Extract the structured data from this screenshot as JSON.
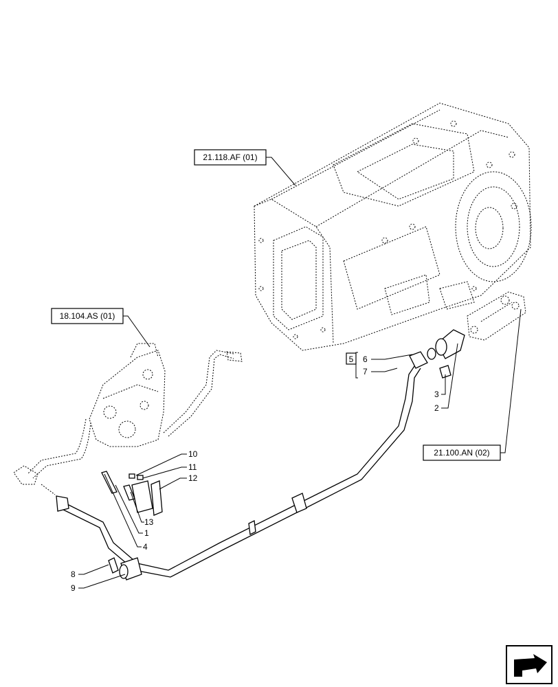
{
  "references": {
    "gearbox": "21.118.AF (01)",
    "valve": "18.104.AS (01)",
    "coupling": "21.100.AN (02)"
  },
  "group_box": "5",
  "callouts": {
    "c1": "1",
    "c2": "2",
    "c3": "3",
    "c4": "4",
    "c6": "6",
    "c7": "7",
    "c8": "8",
    "c9": "9",
    "c10": "10",
    "c11": "11",
    "c12": "12",
    "c13": "13"
  },
  "icons": {
    "nav": "next-page-arrow-icon"
  }
}
